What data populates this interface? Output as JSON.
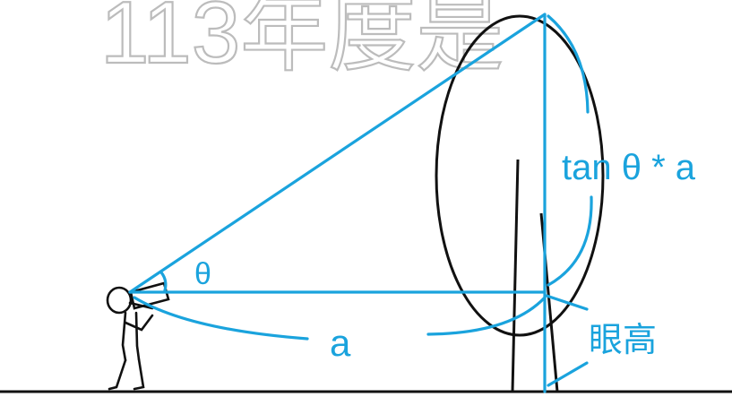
{
  "watermark": "113年度是",
  "labels": {
    "theta": "θ",
    "distance": "a",
    "height_formula": "tan θ * a",
    "eye_height": "眼高"
  },
  "colors": {
    "measurement_lines": "#1aa3dd",
    "drawing_lines": "#111111",
    "watermark": "#bcbcbc"
  }
}
